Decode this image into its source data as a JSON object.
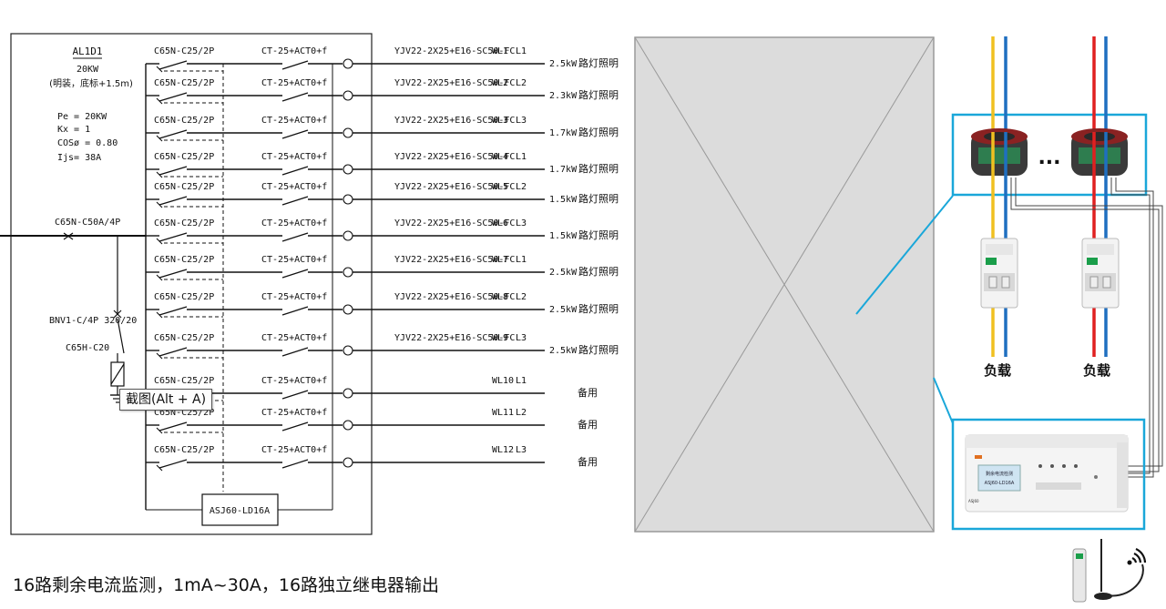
{
  "panel": {
    "name": "AL1D1",
    "power": "20KW",
    "mount_note": "(明装，底标+1.5m)",
    "params": [
      "Pe = 20KW",
      "Kx = 1",
      "COSø = 0.80",
      "Ijs=  38A"
    ],
    "incoming_breaker": "C65N-C50A/4P",
    "spd_label": "BNV1-C/4P 320/20",
    "spd_breaker": "C65H-C20",
    "monitor_label": "ASJ60-LD16A"
  },
  "circuits": [
    {
      "breaker": "C65N-C25/2P",
      "ct": "CT-25+ACT0+f",
      "cable": "YJV22-2X25+E16-SC50-FC",
      "circuit": "WL1",
      "phase": "L1",
      "load": "2.5kW",
      "use": "路灯照明"
    },
    {
      "breaker": "C65N-C25/2P",
      "ct": "CT-25+ACT0+f",
      "cable": "YJV22-2X25+E16-SC50-FC",
      "circuit": "WL2",
      "phase": "L2",
      "load": "2.3kW",
      "use": "路灯照明"
    },
    {
      "breaker": "C65N-C25/2P",
      "ct": "CT-25+ACT0+f",
      "cable": "YJV22-2X25+E16-SC50-FC",
      "circuit": "WL3",
      "phase": "L3",
      "load": "1.7kW",
      "use": "路灯照明"
    },
    {
      "breaker": "C65N-C25/2P",
      "ct": "CT-25+ACT0+f",
      "cable": "YJV22-2X25+E16-SC50-FC",
      "circuit": "WL4",
      "phase": "L1",
      "load": "1.7kW",
      "use": "路灯照明"
    },
    {
      "breaker": "C65N-C25/2P",
      "ct": "CT-25+ACT0+f",
      "cable": "YJV22-2X25+E16-SC50-FC",
      "circuit": "WL5",
      "phase": "L2",
      "load": "1.5kW",
      "use": "路灯照明"
    },
    {
      "breaker": "C65N-C25/2P",
      "ct": "CT-25+ACT0+f",
      "cable": "YJV22-2X25+E16-SC50-FC",
      "circuit": "WL6",
      "phase": "L3",
      "load": "1.5kW",
      "use": "路灯照明"
    },
    {
      "breaker": "C65N-C25/2P",
      "ct": "CT-25+ACT0+f",
      "cable": "YJV22-2X25+E16-SC50-FC",
      "circuit": "WL7",
      "phase": "L1",
      "load": "2.5kW",
      "use": "路灯照明"
    },
    {
      "breaker": "C65N-C25/2P",
      "ct": "CT-25+ACT0+f",
      "cable": "YJV22-2X25+E16-SC50-FC",
      "circuit": "WL8",
      "phase": "L2",
      "load": "2.5kW",
      "use": "路灯照明"
    },
    {
      "breaker": "C65N-C25/2P",
      "ct": "CT-25+ACT0+f",
      "cable": "YJV22-2X25+E16-SC50-FC",
      "circuit": "WL9",
      "phase": "L3",
      "load": "2.5kW",
      "use": "路灯照明"
    },
    {
      "breaker": "C65N-C25/2P",
      "ct": "CT-25+ACT0+f",
      "cable": "",
      "circuit": "WL10",
      "phase": "L1",
      "load": "",
      "use": "备用"
    },
    {
      "breaker": "C65N-C25/2P",
      "ct": "CT-25+ACT0+f",
      "cable": "",
      "circuit": "WL11",
      "phase": "L2",
      "load": "",
      "use": "备用"
    },
    {
      "breaker": "C65N-C25/2P",
      "ct": "CT-25+ACT0+f",
      "cable": "",
      "circuit": "WL12",
      "phase": "L3",
      "load": "",
      "use": "备用"
    }
  ],
  "right_diagram": {
    "load_label_1": "负载",
    "load_label_2": "负载",
    "ellipsis": "...",
    "device_screen_lines": [
      "剩余电流检测",
      "ASJ60-LD16A"
    ],
    "device_model": "ASJ60",
    "colors": {
      "accent_frame": "#1aa7d9",
      "wire_yellow": "#f0c020",
      "wire_blue": "#1f6fc0",
      "wire_red": "#e02020",
      "breaker_green": "#1a9e4a"
    }
  },
  "tooltip": "截图(Alt + A)",
  "caption": "16路剩余电流监测，1mA~30A，16路独立继电器输出"
}
